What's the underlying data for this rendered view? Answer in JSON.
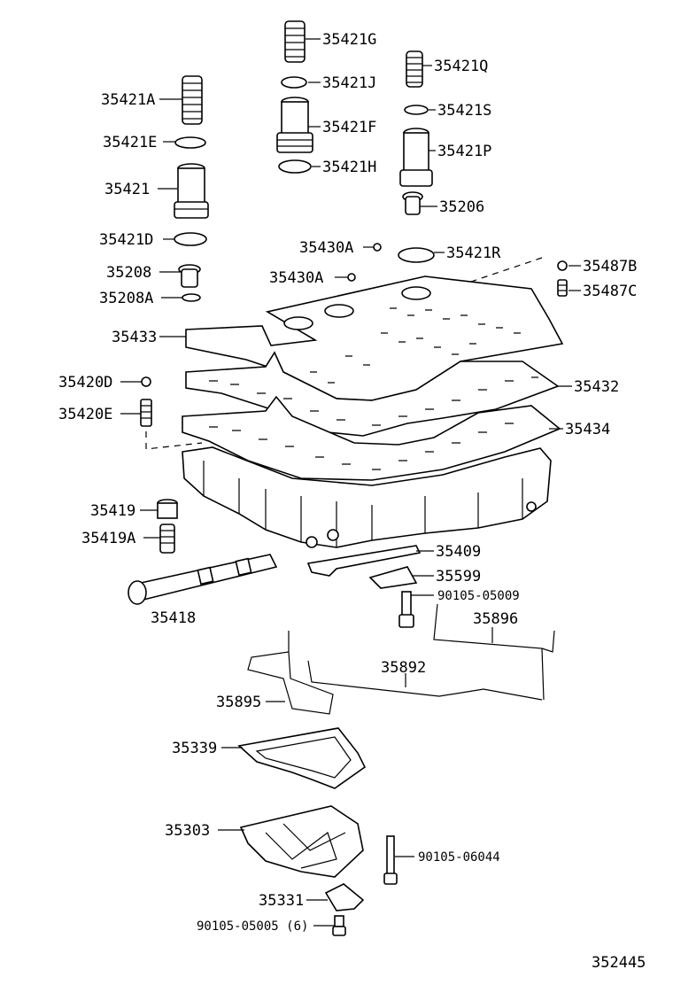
{
  "diagram_id": "352445",
  "callouts": [
    {
      "id": "p-35421g",
      "label": "35421G"
    },
    {
      "id": "p-35421q",
      "label": "35421Q"
    },
    {
      "id": "p-35421j",
      "label": "35421J"
    },
    {
      "id": "p-35421a",
      "label": "35421A"
    },
    {
      "id": "p-35421s",
      "label": "35421S"
    },
    {
      "id": "p-35421f",
      "label": "35421F"
    },
    {
      "id": "p-35421e",
      "label": "35421E"
    },
    {
      "id": "p-35421p",
      "label": "35421P"
    },
    {
      "id": "p-35421h",
      "label": "35421H"
    },
    {
      "id": "p-35421",
      "label": "35421"
    },
    {
      "id": "p-35206",
      "label": "35206"
    },
    {
      "id": "p-35421d",
      "label": "35421D"
    },
    {
      "id": "p-35430a-1",
      "label": "35430A"
    },
    {
      "id": "p-35421r",
      "label": "35421R"
    },
    {
      "id": "p-35208",
      "label": "35208"
    },
    {
      "id": "p-35487b",
      "label": "35487B"
    },
    {
      "id": "p-35430a-2",
      "label": "35430A"
    },
    {
      "id": "p-35208a",
      "label": "35208A"
    },
    {
      "id": "p-35487c",
      "label": "35487C"
    },
    {
      "id": "p-35433",
      "label": "35433"
    },
    {
      "id": "p-35420d",
      "label": "35420D"
    },
    {
      "id": "p-35432",
      "label": "35432"
    },
    {
      "id": "p-35420e",
      "label": "35420E"
    },
    {
      "id": "p-35434",
      "label": "35434"
    },
    {
      "id": "p-35419",
      "label": "35419"
    },
    {
      "id": "p-35419a",
      "label": "35419A"
    },
    {
      "id": "p-35409",
      "label": "35409"
    },
    {
      "id": "p-35599",
      "label": "35599"
    },
    {
      "id": "p-90105-05009",
      "label": "90105-05009"
    },
    {
      "id": "p-35418",
      "label": "35418"
    },
    {
      "id": "p-35896",
      "label": "35896"
    },
    {
      "id": "p-35892",
      "label": "35892"
    },
    {
      "id": "p-35895",
      "label": "35895"
    },
    {
      "id": "p-35339",
      "label": "35339"
    },
    {
      "id": "p-35303",
      "label": "35303"
    },
    {
      "id": "p-90105-06044",
      "label": "90105-06044"
    },
    {
      "id": "p-35331",
      "label": "35331"
    },
    {
      "id": "p-90105-05005",
      "label": "90105-05005 (6)"
    }
  ]
}
